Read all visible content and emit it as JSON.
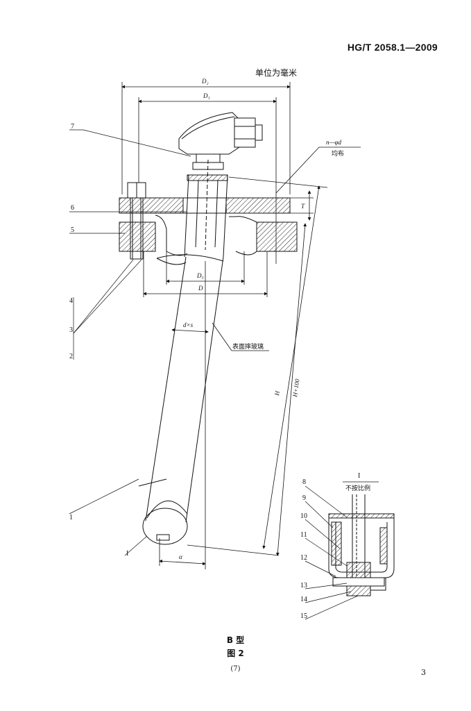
{
  "header": {
    "standard_code": "HG/T 2058.1—2009"
  },
  "unit_note": "单位为毫米",
  "dimensions": {
    "d2": "D₂",
    "d1": "D₁",
    "n_phi_d": "n—φd",
    "evenly": "均布",
    "t": "T",
    "d3": "D₃",
    "d": "D",
    "dxs": "d×s",
    "h": "H",
    "h100": "H+100",
    "alpha": "α"
  },
  "annotations": {
    "surface_enamel": "表面摔玻璃"
  },
  "part_labels": [
    "7",
    "6",
    "5",
    "4",
    "3",
    "2",
    "1",
    "I"
  ],
  "detail": {
    "title": "I",
    "scale": "不按比例",
    "labels": [
      "8",
      "9",
      "10",
      "11",
      "12",
      "13",
      "14",
      "15"
    ]
  },
  "caption": {
    "type": "B 型",
    "figure": "图 2"
  },
  "footer": {
    "page_paren": "(7)",
    "page": "3"
  }
}
